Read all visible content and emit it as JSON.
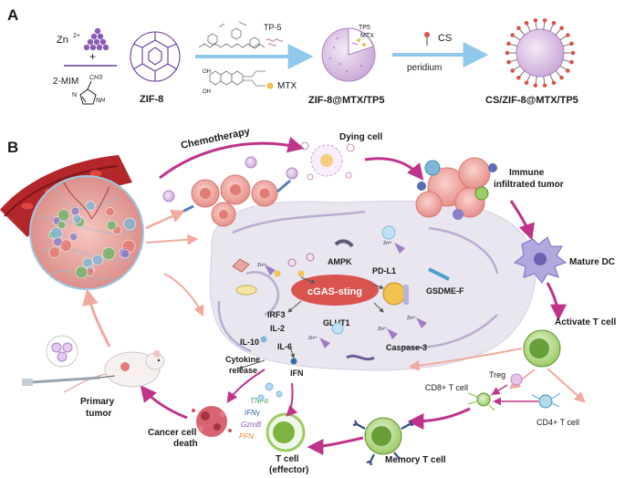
{
  "panel_a": {
    "letter": "A",
    "zn": "Zn",
    "zn_sup": "2+",
    "plus": "+",
    "mim": "2-MIM",
    "ch3": "CH3",
    "nh": "NH",
    "n": "N",
    "zif8": "ZIF-8",
    "tp5_reagent": "TP-5",
    "mtx_reagent": "MTX",
    "oh": "OH",
    "zif_mtx_tp5": "ZIF-8@MTX/TP5",
    "tp5_small": "TP5",
    "mtx_small": "MTX",
    "cs": "CS",
    "peridium": "peridium",
    "cs_zif": "CS/ZIF-8@MTX/TP5"
  },
  "panel_b": {
    "letter": "B",
    "chemotherapy": "Chemotherapy",
    "dying_cell": "Dying  cell",
    "immune_line1": "Immune",
    "immune_line2": "infiltrated tumor",
    "mature_dc": "Mature DC",
    "activate_t": "Activate T cell",
    "treg": "Treg",
    "cd8": "CD8+  T cell",
    "cd4": "CD4+  T cell",
    "memory_t": "Memory T cell",
    "t_effector_line1": "T cell",
    "t_effector_line2": "(effector)",
    "cancer_death_line1": "Cancer cell",
    "cancer_death_line2": "death",
    "primary_line1": "Primary",
    "primary_line2": "tumor",
    "cytokine_line1": "Cytokine",
    "cytokine_line2": "release",
    "cgas": "cGAS-sting",
    "ampk": "AMPK",
    "pdl1": "PD-L1",
    "gsdme": "GSDME-F",
    "irf3": "IRF3",
    "il2": "IL-2",
    "il10": "IL-10",
    "il6": "IL-6",
    "glut1": "GLUT1",
    "caspase3": "Caspase-3",
    "ifn": "IFN",
    "zn2": "Zn²⁺",
    "tnfa": "TNFα",
    "ifny": "IFNγ",
    "gzmb": "GzmB",
    "pfn": "PFN"
  },
  "colors": {
    "arrow_magenta": "#c0338a",
    "arrow_light": "#f2a9a0",
    "flow_blue": "#8fc8ea",
    "zif_purple": "#6a3a9a",
    "cgas_red": "#d9534f",
    "t_cell_green": "#8bc34a",
    "dc_purple": "#8b7fc8"
  }
}
